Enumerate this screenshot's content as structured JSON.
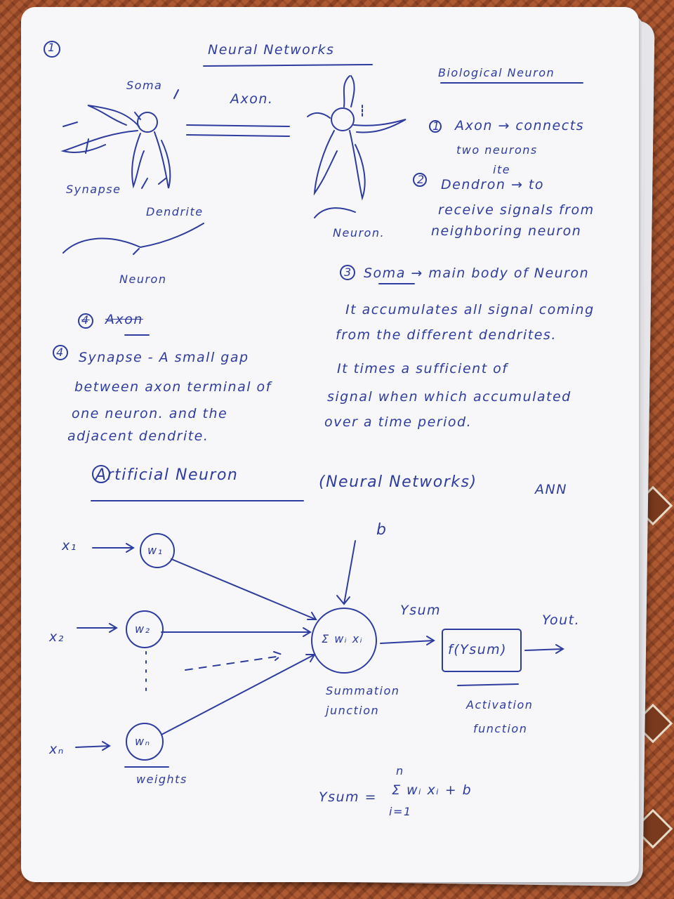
{
  "page_number": "1",
  "title": "Neural Networks",
  "diagram": {
    "soma": "Soma",
    "axon": "Axon.",
    "synapse": "Synapse",
    "dendrite": "Dendrite",
    "neuron_left": "Neuron",
    "neuron_right": "Neuron."
  },
  "biological": {
    "heading": "Biological Neuron",
    "item1_num": "1",
    "item1_line1": "Axon → connects",
    "item1_line2": "two neurons",
    "item2_num": "2",
    "item2_ite": "ite",
    "item2_line1": "Dendron → to",
    "item2_line2": "receive signals from",
    "item2_line3": "neighboring neuron",
    "item3_num": "3",
    "item3_line1": "Soma →  main body of Neuron",
    "item3_line2": "It   accumulates all signal coming",
    "item3_line3": "from   the different dendrites.",
    "item3_line4": "It   times   a   sufficient of",
    "item3_line5": "signal   when   which accumulated",
    "item3_line6": "over   a   time period."
  },
  "synapse_note": {
    "struck_num": "4",
    "struck_text": "Axon",
    "num": "4",
    "line1": "Synapse  -  A small gap",
    "line2": "between    axon terminal of",
    "line3": "one   neuron.  and    the",
    "line4": "adjacent  dendrite."
  },
  "artificial": {
    "heading": "Artificial  Neuron",
    "subheading": "(Neural  Networks)",
    "abbrev": "ANN",
    "inputs": [
      "x₁",
      "x₂",
      "xₙ"
    ],
    "weights": [
      "w₁",
      "w₂",
      "wₙ"
    ],
    "weights_label": "weights",
    "bias": "b",
    "sum_expr": "Σ wᵢ xᵢ",
    "summation_label_1": "Summation",
    "summation_label_2": "junction",
    "ysum": "Ysum",
    "activation_expr": "f(Ysum)",
    "activation_label_1": "Activation",
    "activation_label_2": "function",
    "yout": "Yout.",
    "formula_lhs": "Ysum =",
    "formula_top": "n",
    "formula_body": "Σ wᵢ xᵢ + b",
    "formula_bottom": "i=1"
  }
}
